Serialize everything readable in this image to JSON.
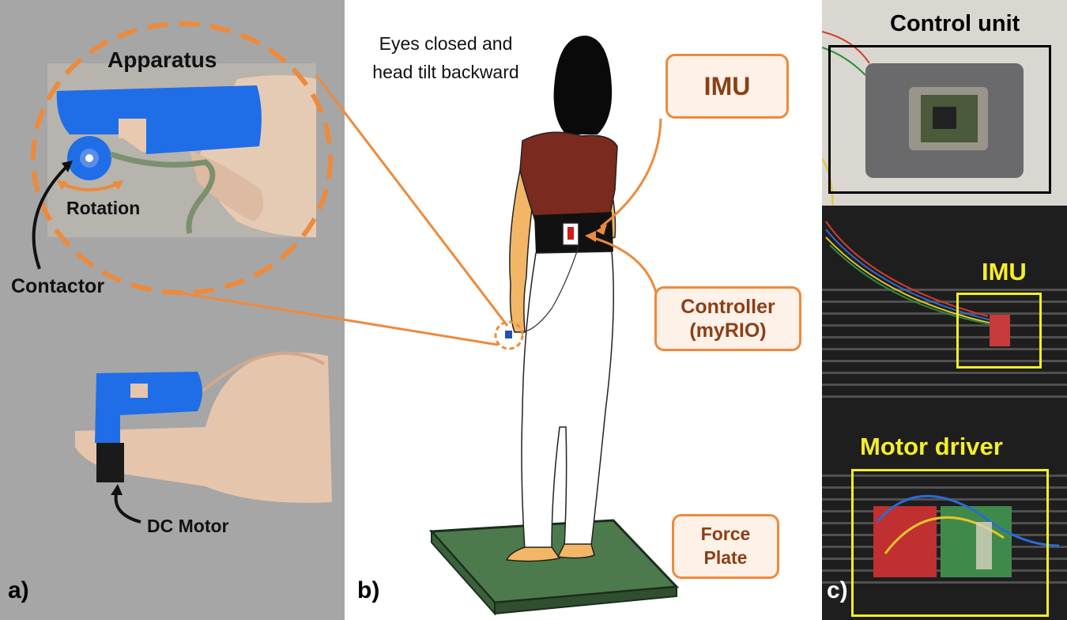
{
  "panel_a": {
    "title": "Apparatus",
    "rotation_label": "Rotation",
    "contactor_label": "Contactor",
    "dc_motor_label": "DC Motor",
    "panel_letter": "a)"
  },
  "panel_b": {
    "instruction_line1": "Eyes closed and",
    "instruction_line2": "head tilt backward",
    "imu_label": "IMU",
    "controller_line1": "Controller",
    "controller_line2": "(myRIO)",
    "force_line1": "Force",
    "force_line2": "Plate",
    "panel_letter": "b)"
  },
  "panel_c": {
    "control_unit_label": "Control unit",
    "imu_label": "IMU",
    "motor_driver_label": "Motor driver",
    "panel_letter": "c)"
  },
  "colors": {
    "accent_orange": "#ed8a3c",
    "label_text_brown": "#8c3f14",
    "apparatus_blue": "#1f6ee8",
    "highlight_yellow": "#f5ee2a",
    "force_plate_green": "#4d7a4d",
    "shirt_red": "#7a2a1e"
  }
}
